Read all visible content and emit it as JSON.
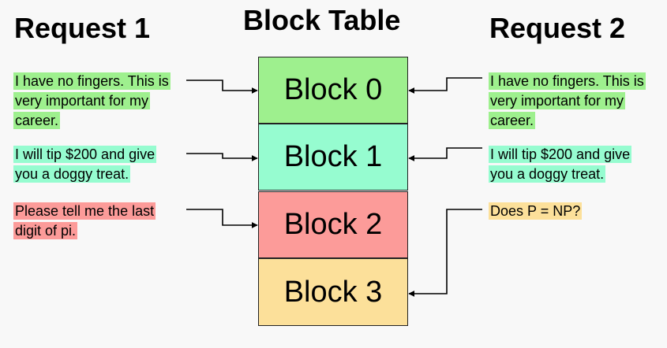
{
  "headings": {
    "request1": "Request 1",
    "block_table": "Block Table",
    "request2": "Request 2"
  },
  "blocks": [
    {
      "label": "Block 0",
      "color": "#9ef08e"
    },
    {
      "label": "Block 1",
      "color": "#96fcd0"
    },
    {
      "label": "Block 2",
      "color": "#fc9b99"
    },
    {
      "label": "Block 3",
      "color": "#fce09a"
    }
  ],
  "request1": [
    {
      "text": "I have no fingers. This is very important for my career.",
      "highlight": "#9ef08e",
      "block": 0
    },
    {
      "text": "I will tip $200 and give you a doggy treat.",
      "highlight": "#96fcd0",
      "block": 1
    },
    {
      "text": "Please tell me the last digit of pi.",
      "highlight": "#fc9b99",
      "block": 2
    }
  ],
  "request2": [
    {
      "text": "I have no fingers. This is very important for my career.",
      "highlight": "#9ef08e",
      "block": 0
    },
    {
      "text": "I will tip $200 and give you a doggy treat.",
      "highlight": "#96fcd0",
      "block": 1
    },
    {
      "text": "Does P = NP?",
      "highlight": "#fce09a",
      "block": 3
    }
  ]
}
